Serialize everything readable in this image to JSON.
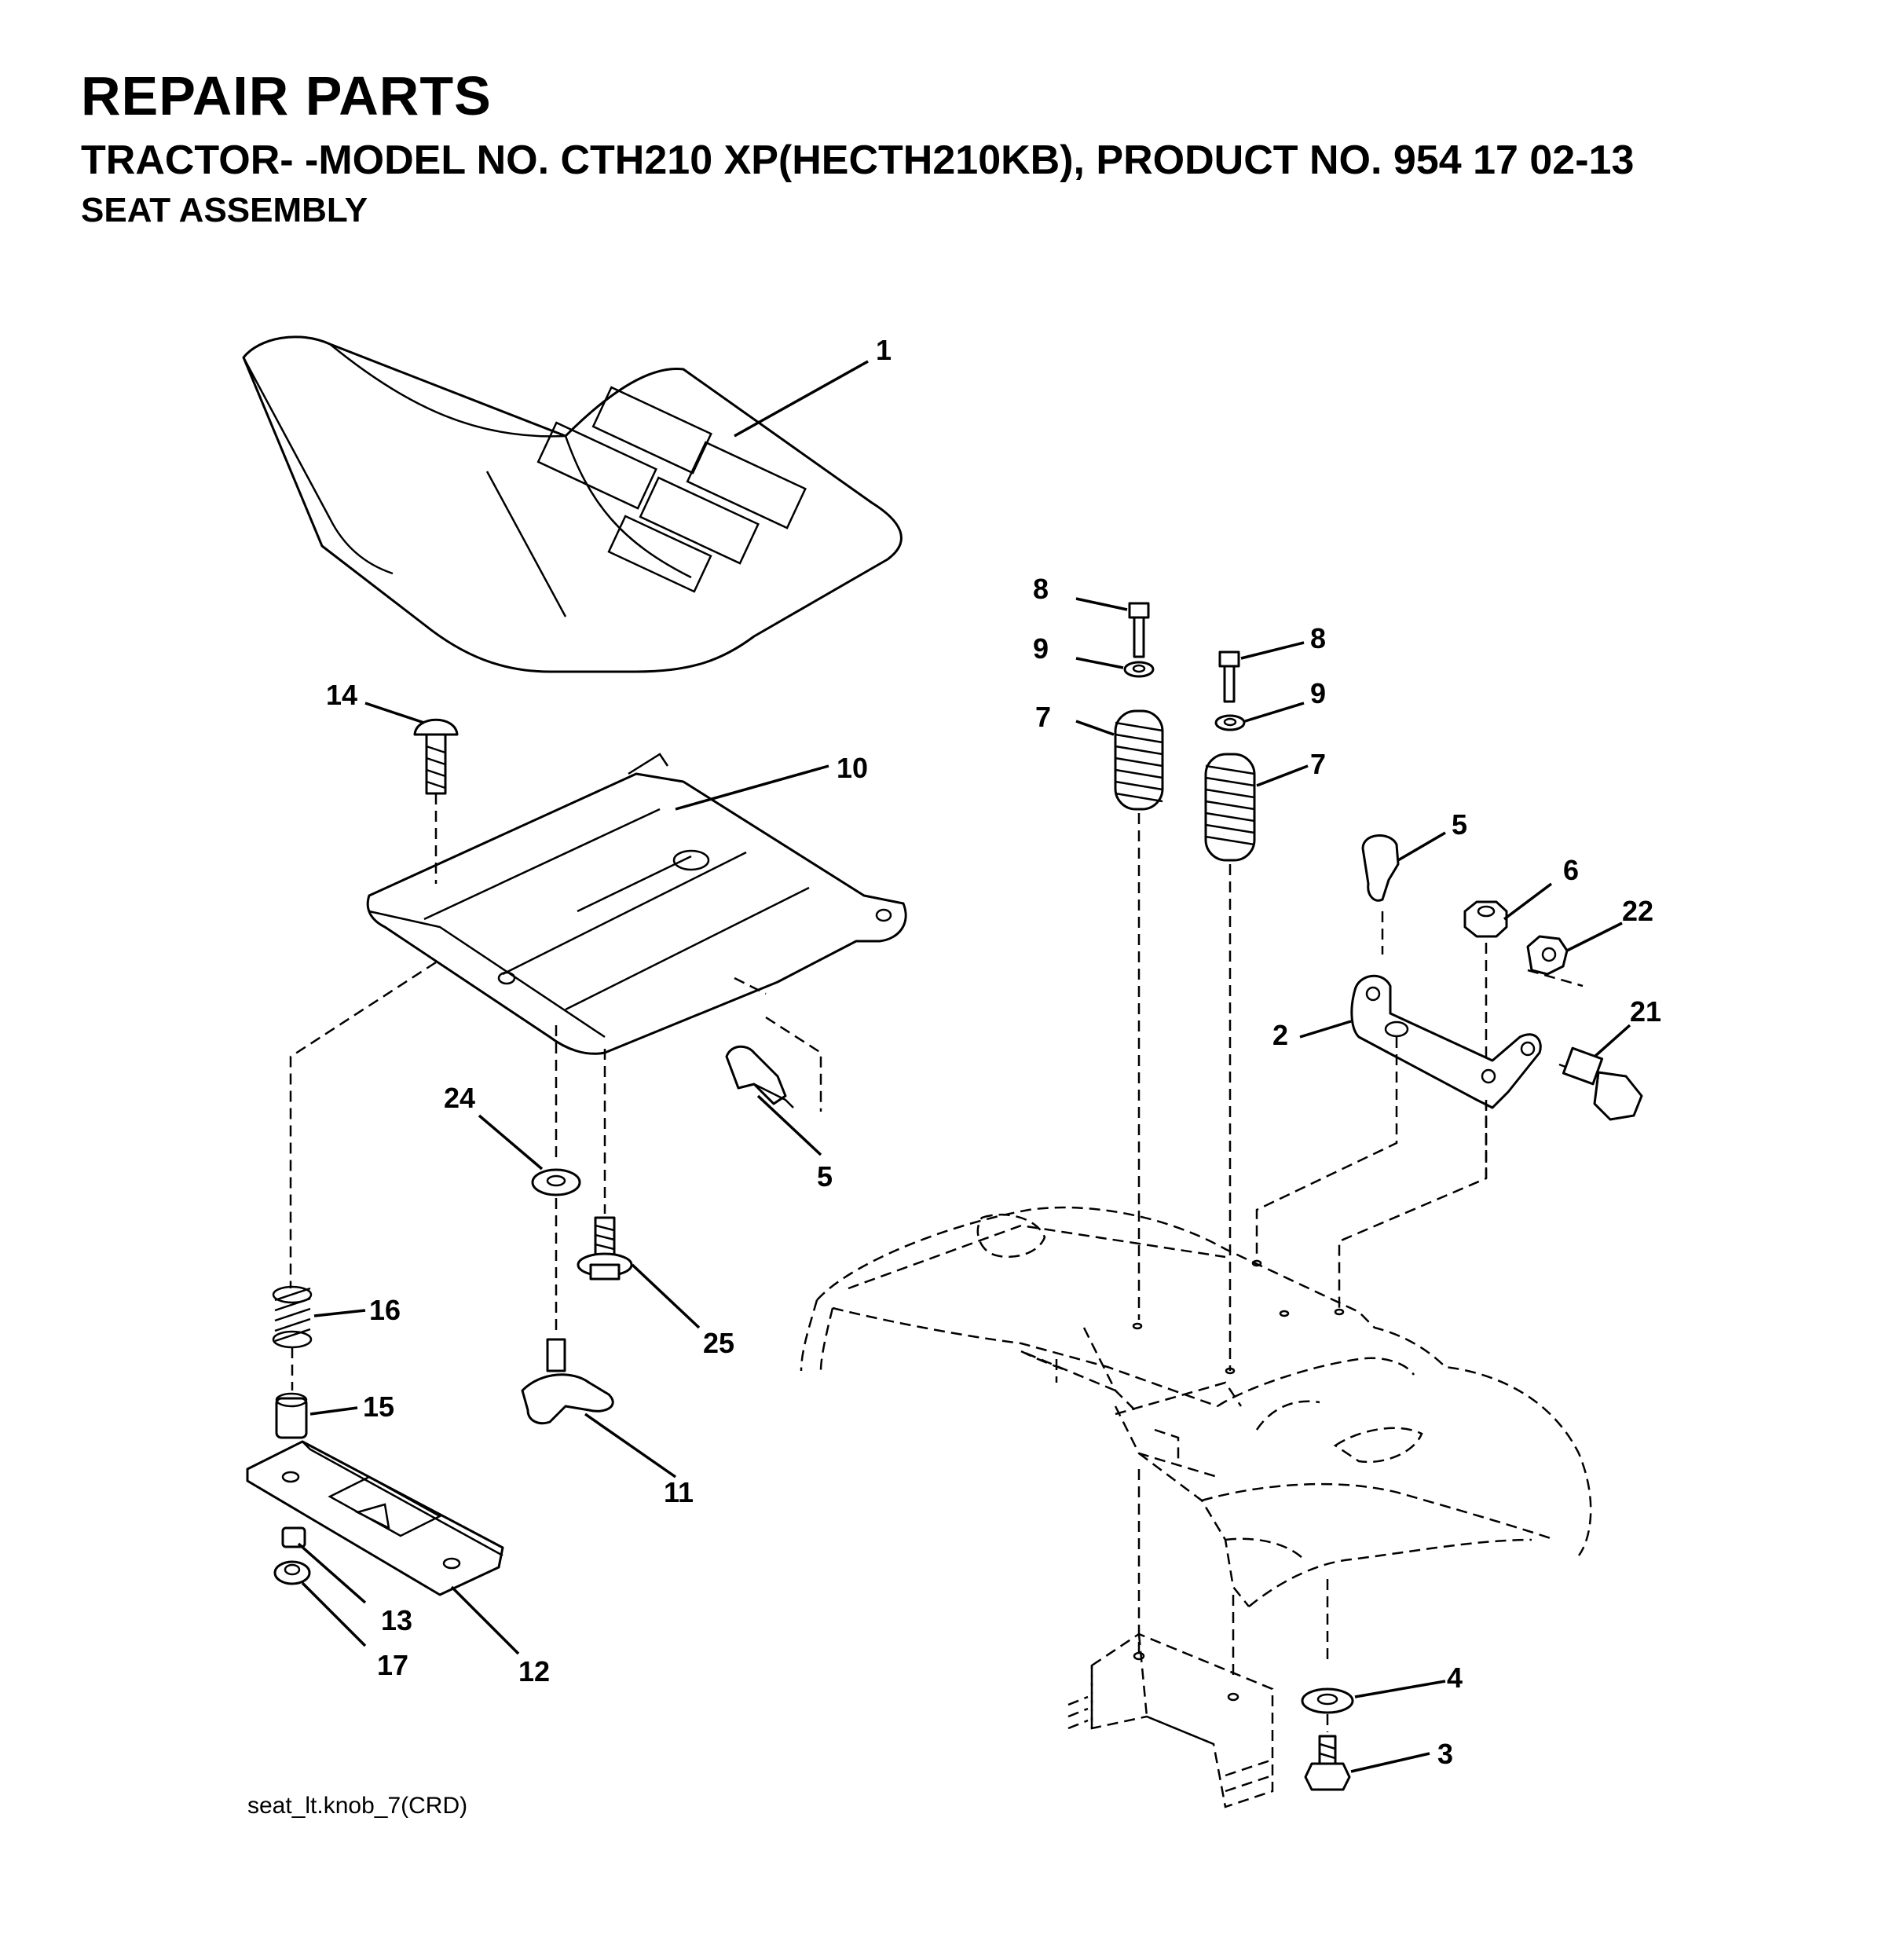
{
  "header": {
    "title": "REPAIR PARTS",
    "subtitle": "TRACTOR- -MODEL NO. CTH210 XP(HECTH210KB), PRODUCT NO. 954 17 02-13",
    "section": "SEAT ASSEMBLY"
  },
  "reference_code": "seat_lt.knob_7(CRD)",
  "callouts": {
    "c1": "1",
    "c2": "2",
    "c3": "3",
    "c4": "4",
    "c5a": "5",
    "c5b": "5",
    "c6": "6",
    "c7a": "7",
    "c7b": "7",
    "c8a": "8",
    "c8b": "8",
    "c9a": "9",
    "c9b": "9",
    "c10": "10",
    "c11": "11",
    "c12": "12",
    "c13": "13",
    "c14": "14",
    "c15": "15",
    "c16": "16",
    "c17": "17",
    "c21": "21",
    "c22": "22",
    "c24": "24",
    "c25": "25"
  }
}
